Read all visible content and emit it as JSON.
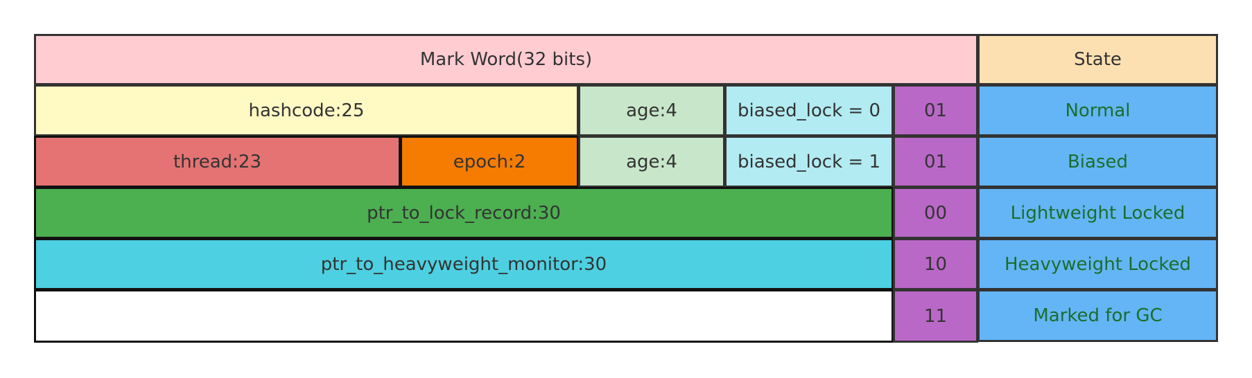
{
  "colors": {
    "header_pink": "#ffccd2",
    "header_orange": "#fde0b2",
    "hashcode_yellow": "#fff9c4",
    "age_green": "#c8e6c9",
    "biased_cyan": "#b2ebf2",
    "bits_purple": "#ba68c8",
    "state_blue": "#64b5f6",
    "thread_red": "#e57373",
    "epoch_orange": "#f57c00",
    "lock_record_green": "#4caf50",
    "monitor_cyan": "#4dd0e1",
    "empty_white": "#ffffff",
    "state_text_green": "#1b6e2a"
  },
  "header": {
    "mark_word": "Mark Word(32 bits)",
    "state": "State"
  },
  "rows": [
    {
      "fields": [
        "hashcode:25",
        "age:4",
        "biased_lock = 0"
      ],
      "bits": "01",
      "state": "Normal"
    },
    {
      "fields": [
        "thread:23",
        "epoch:2",
        "age:4",
        "biased_lock = 1"
      ],
      "bits": "01",
      "state": "Biased"
    },
    {
      "fields": [
        "ptr_to_lock_record:30"
      ],
      "bits": "00",
      "state": "Lightweight Locked"
    },
    {
      "fields": [
        "ptr_to_heavyweight_monitor:30"
      ],
      "bits": "10",
      "state": "Heavyweight Locked"
    },
    {
      "fields": [
        ""
      ],
      "bits": "11",
      "state": "Marked for GC"
    }
  ]
}
